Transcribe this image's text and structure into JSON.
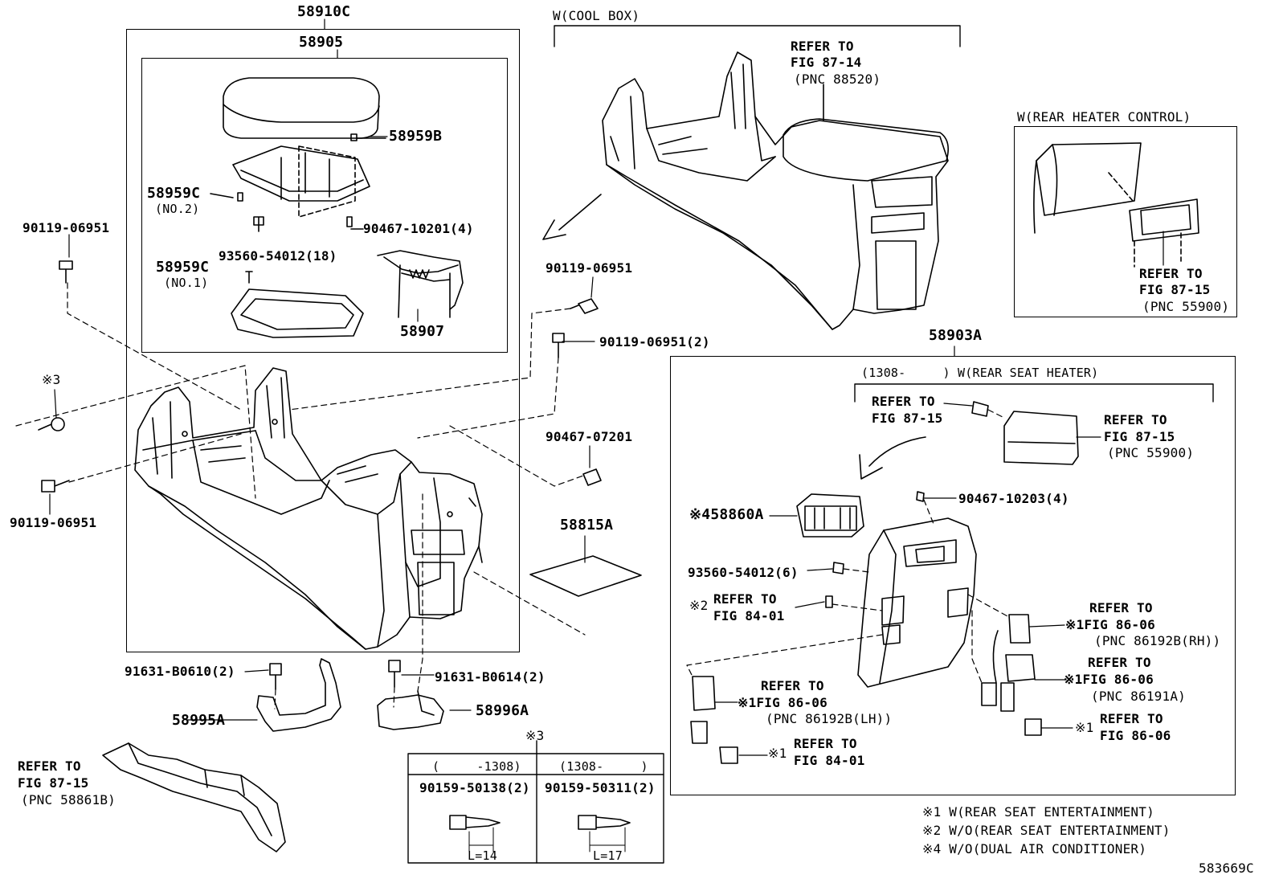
{
  "diagram": {
    "drawing_id": "583669C",
    "labels": {
      "p58910C": "58910C",
      "p58905": "58905",
      "p58959B": "58959B",
      "p58959C_no2": "58959C",
      "p58959C_no2_note": "(NO.2)",
      "p90467_10201": "90467-10201(4)",
      "p93560_54012_18": "93560-54012(18)",
      "p58959C_no1": "58959C",
      "p58959C_no1_note": "(NO.1)",
      "p58907": "58907",
      "p90119_left_top": "90119-06951",
      "mark3_left": "※3",
      "p90119_left_bottom": "90119-06951",
      "cool_box": "W(COOL BOX)",
      "refer_88520_a": "REFER TO",
      "refer_88520_b": "FIG 87-14",
      "refer_88520_c": "(PNC 88520)",
      "rear_heater_ctrl": "W(REAR HEATER CONTROL)",
      "refer_55900_top_a": "REFER TO",
      "refer_55900_top_b": "FIG 87-15",
      "refer_55900_top_c": "(PNC 55900)",
      "p90119_mid": "90119-06951",
      "p90119_mid_2": "90119-06951(2)",
      "p90467_07201": "90467-07201",
      "p58815A": "58815A",
      "p58903A": "58903A",
      "rear_seat_heater": "(1308-     ) W(REAR SEAT HEATER)",
      "refer_87_15_a": "REFER TO",
      "refer_87_15_b": "FIG 87-15",
      "refer_55900_r_a": "REFER TO",
      "refer_55900_r_b": "FIG 87-15",
      "refer_55900_r_c": "(PNC 55900)",
      "p58860A": "※458860A",
      "p90467_10203": "90467-10203(4)",
      "p93560_54012_6": "93560-54012(6)",
      "mark2": "※2",
      "refer_84_01_a": "REFER TO",
      "refer_84_01_b": "FIG 84-01",
      "refer_86192B_rh_a": "REFER TO",
      "refer_86192B_rh_b": "※1FIG 86-06",
      "refer_86192B_rh_c": "(PNC 86192B(RH))",
      "refer_86191A_a": "REFER TO",
      "refer_86191A_b": "※1FIG 86-06",
      "refer_86191A_c": "(PNC 86191A)",
      "refer_86192B_lh_a": "REFER TO",
      "refer_86192B_lh_b": "※1FIG 86-06",
      "refer_86192B_lh_c": "(PNC 86192B(LH))",
      "refer_86_06_a": "REFER TO",
      "refer_86_06_b": "※1",
      "refer_86_06_c": "FIG 86-06",
      "refer_84_01_2_mark": "※1",
      "refer_84_01_2_a": "REFER TO",
      "refer_84_01_2_b": "FIG 84-01",
      "p91631_B0610": "91631-B0610(2)",
      "p91631_B0614": "91631-B0614(2)",
      "p58995A": "58995A",
      "p58996A": "58996A",
      "refer_58861B_a": "REFER TO",
      "refer_58861B_b": "FIG 87-15",
      "refer_58861B_c": "(PNC 58861B)",
      "mark3_table": "※3"
    },
    "table": {
      "col1_header": "(     -1308)",
      "col2_header": "(1308-     )",
      "col1_part": "90159-50138(2)",
      "col2_part": "90159-50311(2)",
      "col1_len": "L=14",
      "col2_len": "L=17"
    },
    "legend": [
      "※1 W(REAR SEAT ENTERTAINMENT)",
      "※2 W/O(REAR SEAT ENTERTAINMENT)",
      "※4 W/O(DUAL AIR CONDITIONER)"
    ]
  }
}
